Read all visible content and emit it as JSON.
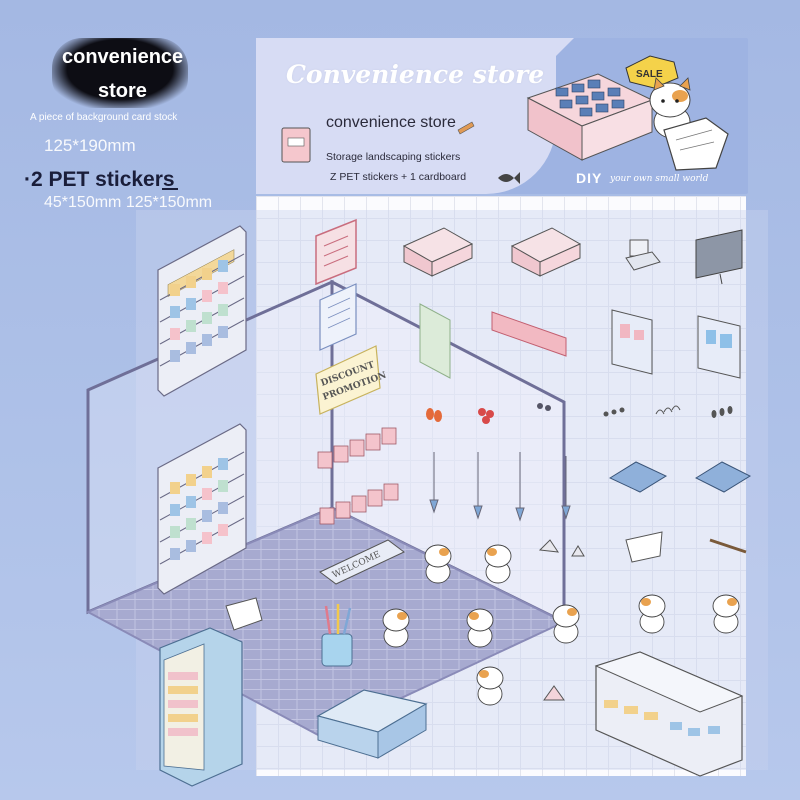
{
  "left_panel": {
    "title_line1": "convenience",
    "title_line2": "store",
    "subtitle": "A piece of background card stock",
    "card_size": "125*190mm",
    "pet_label": "·2 PET stickers",
    "pet_sizes": "45*150mm 125*150mm"
  },
  "banner": {
    "script_title": "Convenience store",
    "store_label": "convenience store",
    "storage_label": "Storage landscaping stickers",
    "contents_label": "Z PET stickers + 1 cardboard",
    "diy": "DIY",
    "diy_tagline": "your own small world",
    "sale_tag": "SALE"
  },
  "scene": {
    "discount_line1": "DISCOUNT",
    "discount_line2": "PROMOTION",
    "welcome_mat": "WELCOME"
  },
  "colors": {
    "background": "#a9bde6",
    "banner": "#9eb3e2",
    "bubble": "#d7dcf4",
    "title_text": "#ffffff",
    "floor": "#a7aad0"
  }
}
